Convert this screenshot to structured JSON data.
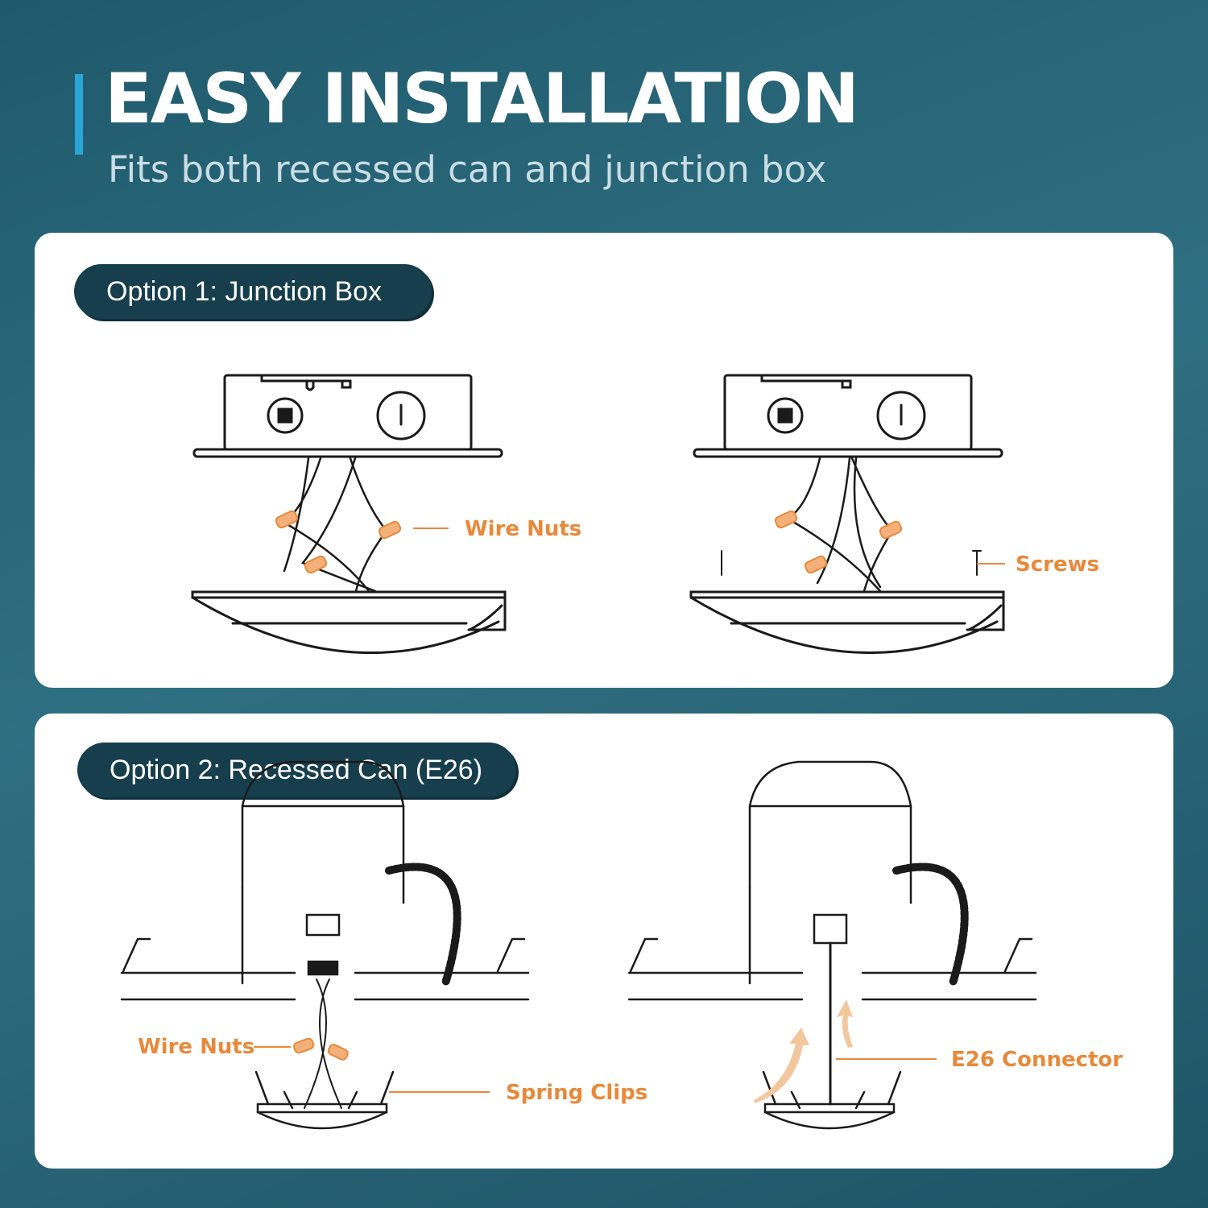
{
  "header": {
    "title": "EASY INSTALLATION",
    "subtitle": "Fits both recessed can and junction box"
  },
  "option1": {
    "title": "Option 1: Junction Box",
    "labels": {
      "wire_nuts": "Wire Nuts",
      "screws": "Screws"
    }
  },
  "option2": {
    "title": "Option 2: Recessed Can (E26)",
    "labels": {
      "wire_nuts": "Wire Nuts",
      "spring_clips": "Spring Clips",
      "e26_connector": "E26 Connector"
    }
  },
  "colors": {
    "accent": "#e8893a",
    "pill": "#163e4c",
    "title_bar": "#2aa7d8"
  }
}
